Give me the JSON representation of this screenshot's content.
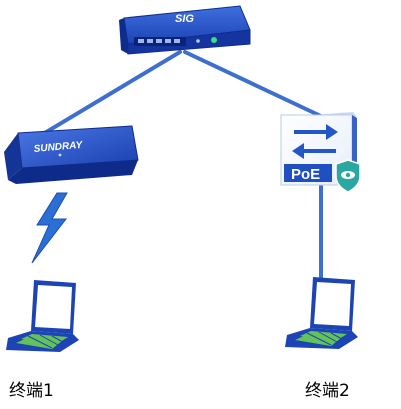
{
  "devices": {
    "gateway": {
      "label": "SIG"
    },
    "ap": {
      "label": "SUNDRAY"
    },
    "switch": {
      "label": "PoE"
    }
  },
  "terminals": [
    {
      "label": "终端1"
    },
    {
      "label": "终端2"
    }
  ],
  "colors": {
    "link": "#3d6fd0",
    "device_blue": "#1f48b8",
    "device_dark": "#10309a",
    "lightning": "#2b6fd6",
    "shield": "#2aa7a0",
    "laptop_frame": "#1d44b5",
    "laptop_keys": "#64c25a"
  },
  "links": [
    {
      "from": "gateway",
      "to": "ap"
    },
    {
      "from": "gateway",
      "to": "switch"
    },
    {
      "from": "switch",
      "to": "terminal-2"
    },
    {
      "from": "ap",
      "to": "terminal-1",
      "type": "wireless"
    }
  ]
}
